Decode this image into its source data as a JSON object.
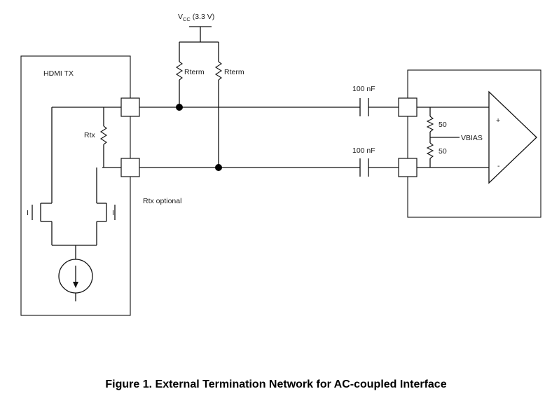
{
  "diagram": {
    "vcc_label": {
      "main": "V",
      "sub": "CC",
      "rest": " (3.3 V)"
    },
    "tx_block_label": "HDMI TX",
    "rterm_left": "Rterm",
    "rterm_right": "Rterm",
    "rtx_label": "Rtx",
    "rtx_optional": "Rtx optional",
    "cap_top": "100 nF",
    "cap_bottom": "100 nF",
    "res_top": "50",
    "res_bottom": "50",
    "vbias": "VBIAS",
    "plus": "+",
    "minus": "-",
    "current_left": "I",
    "current_right": "I"
  },
  "caption": "Figure 1. External Termination Network for AC-coupled Interface"
}
